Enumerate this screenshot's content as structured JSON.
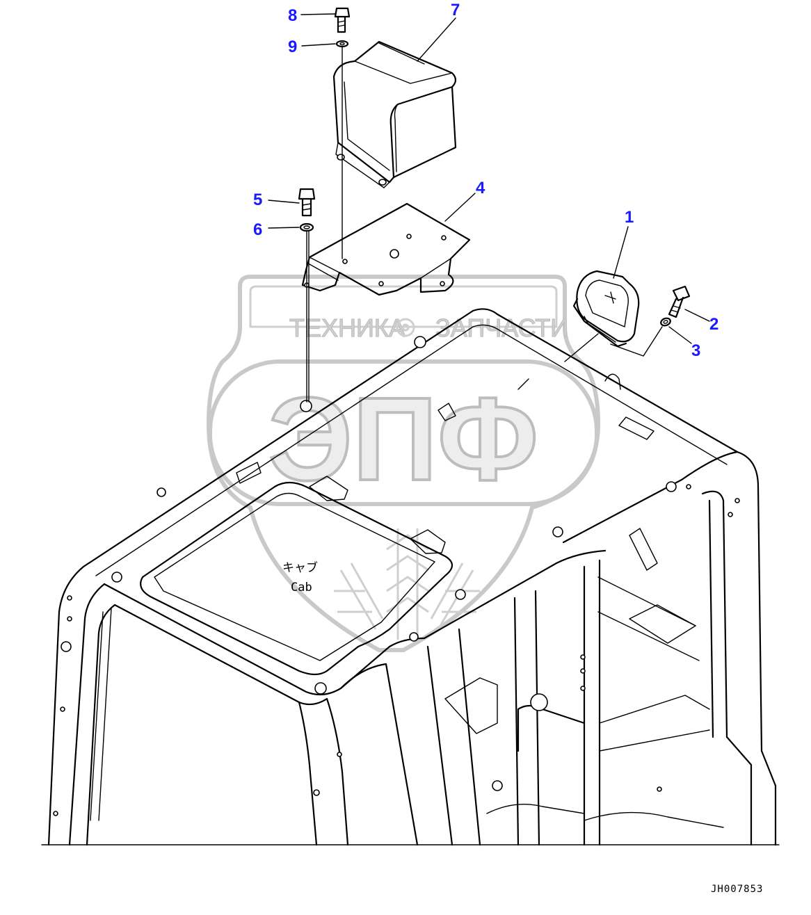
{
  "diagram": {
    "drawing_code": "JH007853",
    "caption_jp": "キャブ",
    "caption_en": "Cab",
    "watermark": {
      "line_left": "ТЕХНИКА",
      "line_right": "ЗАПЧАСТИ",
      "logo": "ЭПФ"
    },
    "callouts": [
      "1",
      "2",
      "3",
      "4",
      "5",
      "6",
      "7",
      "8",
      "9"
    ],
    "colors": {
      "callout": "#1a1aff",
      "line": "#000000",
      "watermark": "#c9c9c9"
    }
  }
}
